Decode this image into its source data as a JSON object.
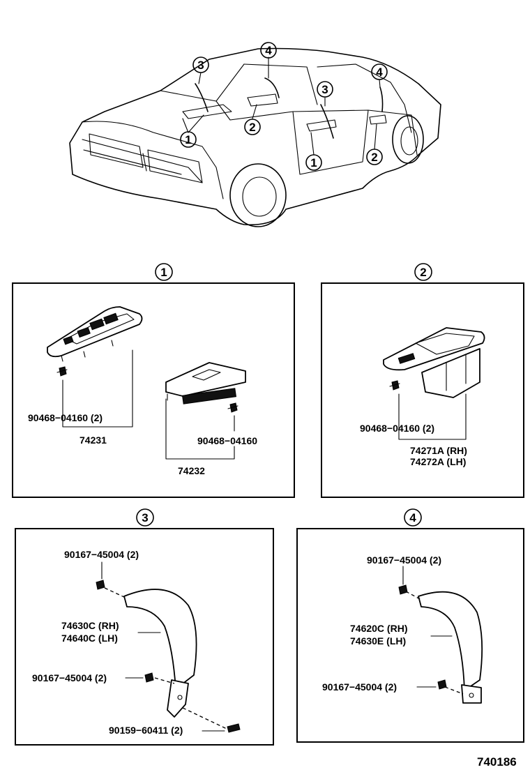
{
  "callouts": [
    "1",
    "2",
    "3",
    "4"
  ],
  "section1": {
    "num": "1",
    "screw_a": "90468−04160 (2)",
    "part_a": "74231",
    "screw_b": "90468−04160",
    "part_b": "74232"
  },
  "section2": {
    "num": "2",
    "screw": "90468−04160 (2)",
    "part_rh": "74271A (RH)",
    "part_lh": "74272A (LH)"
  },
  "section3": {
    "num": "3",
    "screw_top": "90167−45004 (2)",
    "part_rh": "74630C (RH)",
    "part_lh": "74640C (LH)",
    "screw_mid": "90167−45004 (2)",
    "screw_bot": "90159−60411 (2)"
  },
  "section4": {
    "num": "4",
    "screw_top": "90167−45004 (2)",
    "part_rh": "74620C (RH)",
    "part_lh": "74630E (LH)",
    "screw_bot": "90167−45004 (2)"
  },
  "diagram_code": "740186"
}
